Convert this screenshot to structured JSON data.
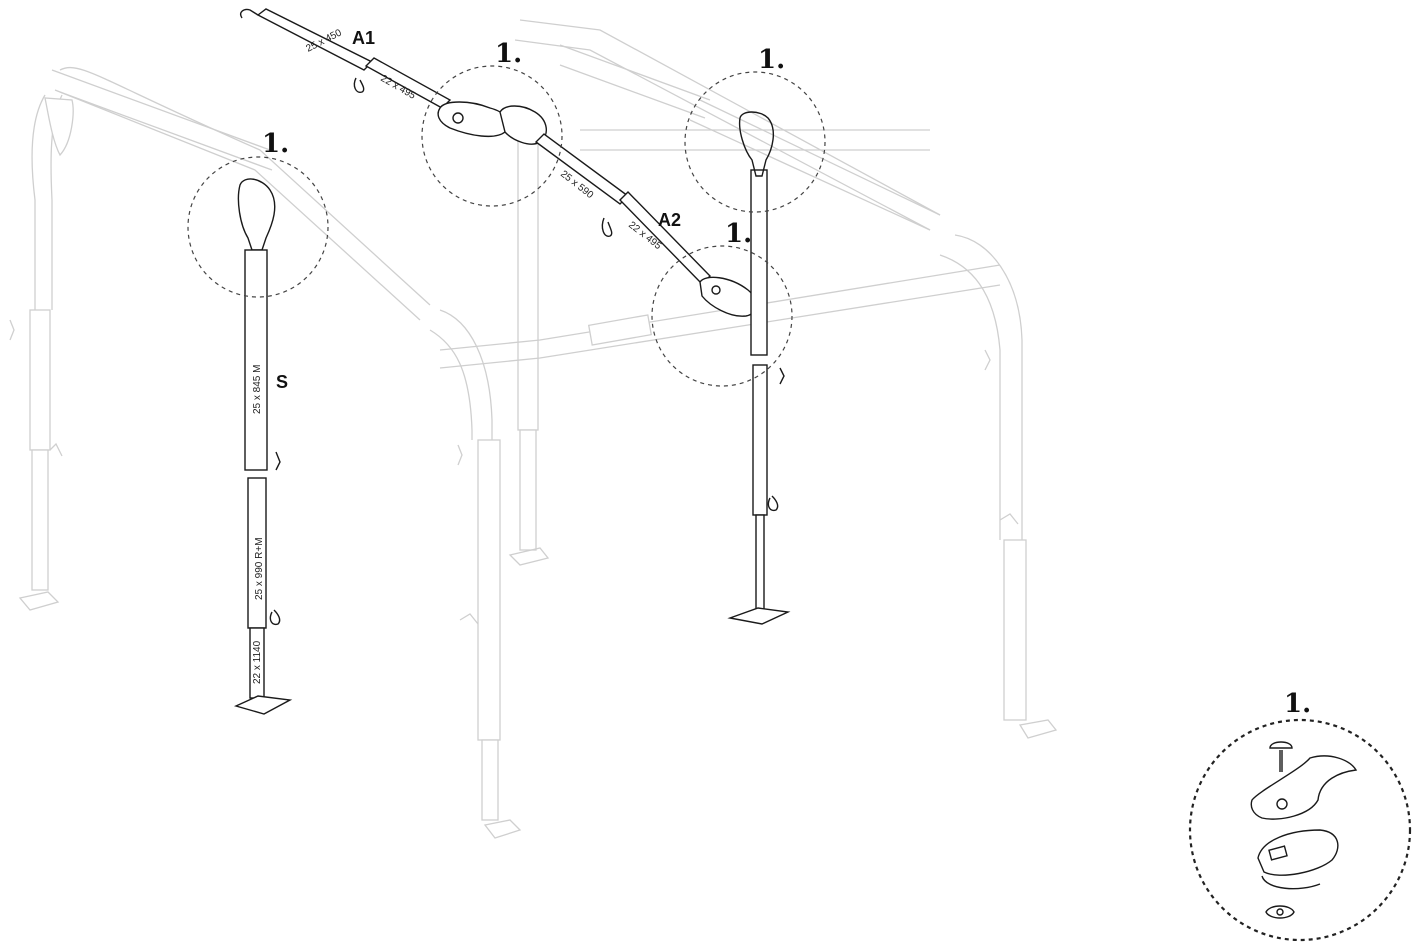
{
  "parts": {
    "a1": "A1",
    "a2": "A2",
    "s": "S"
  },
  "detail_marker": "1.",
  "dimensions": {
    "a1_upper": "25 x 450",
    "a1_lower": "22 x 495",
    "a2_upper": "25 x 590",
    "a2_lower": "22 x 495",
    "s_upper": "25 x 845 M",
    "s_middle": "25 x 990 R+M",
    "s_lower": "22 x 1140"
  },
  "colors": {
    "ghost_frame": "#cfcfcf",
    "highlight": "#1a1a1a"
  }
}
